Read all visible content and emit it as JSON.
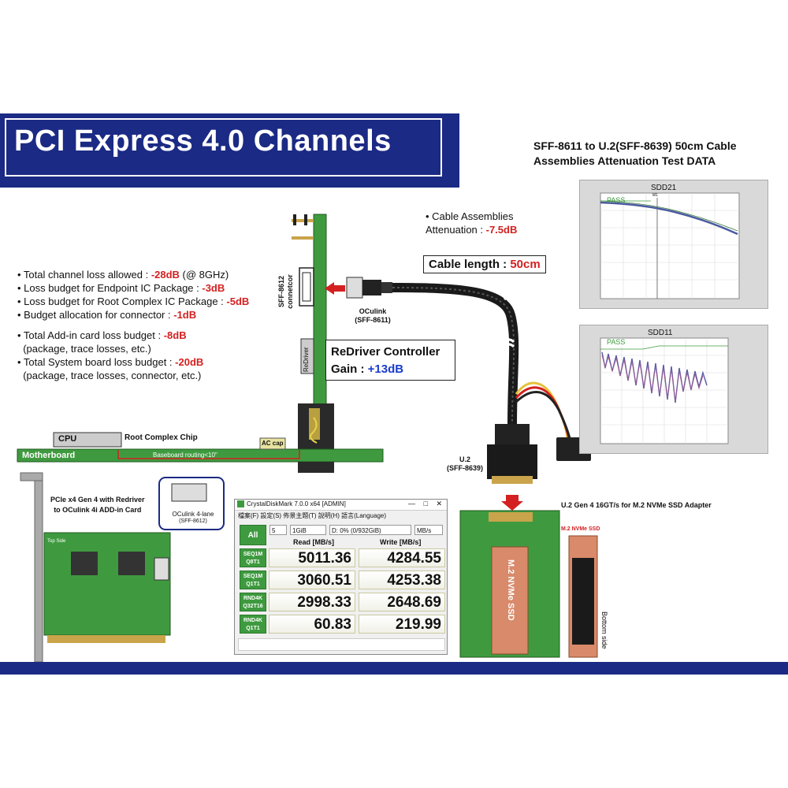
{
  "banner": {
    "title": "PCI Express 4.0 Channels"
  },
  "cable_test": {
    "title_line1": "SFF-8611 to U.2(SFF-8639) 50cm Cable",
    "title_line2": "Assemblies Attenuation Test DATA"
  },
  "bullets": {
    "b1_text": "• Total channel loss allowed : ",
    "b1_value": "-28dB",
    "b1_suffix": " (@ 8GHz)",
    "b2_text": "• Loss budget for Endpoint IC Package : ",
    "b2_value": "-3dB",
    "b3_text": "• Loss budget for Root Complex IC Package : ",
    "b3_value": "-5dB",
    "b4_text": "• Budget allocation for connector : ",
    "b4_value": "-1dB",
    "b5_text": "• Total Add-in card loss budget : ",
    "b5_value": "-8dB",
    "b5_sub": "  (package, trace losses, etc.)",
    "b6_text": "• Total System board loss budget : ",
    "b6_value": "-20dB",
    "b6_sub": "  (package, trace losses, connector, etc.)"
  },
  "cable": {
    "att_line1": "• Cable Assemblies",
    "att_line2": "Attenuation : ",
    "att_value": "-7.5dB",
    "length_label": "Cable length : ",
    "length_value": "50cm"
  },
  "redriver": {
    "title": "ReDriver Controller",
    "gain_label": "Gain : ",
    "gain_value": "+13dB"
  },
  "labels": {
    "sff8612": "SFF-8612\nconnetcor",
    "redriver_chip": "ReDriver",
    "oculink": "OCulink\n(SFF-8611)",
    "u2": "U.2\n(SFF-8639)",
    "cpu": "CPU",
    "root_complex": "Root Complex Chip",
    "ac_cap": "AC cap",
    "motherboard": "Motherboard",
    "baseboard_routing": "Baseboard routing<10\"",
    "pcie_card": "PCIe x4 Gen 4 with Redriver\nto OCulink 4i ADD-in Card",
    "oculink_4lane": "OCulink 4-lane",
    "oculink_4lane_sub": "(SFF-8612)",
    "u2_adapter": "U.2 Gen 4 16GT/s for M.2 NVMe SSD Adapter",
    "m2_ssd": "M.2 NVMe SSD",
    "m2_ssd_vertical": "M.2 NVMe SSD",
    "bottom_side": "Bottom side",
    "top_side": "Top Side"
  },
  "charts": {
    "sdd21": {
      "title": "SDD21",
      "pass_label": "PASS",
      "marker": "M1"
    },
    "sdd11": {
      "title": "SDD11",
      "pass_label": "PASS"
    }
  },
  "crystaldiskmark": {
    "title": "CrystalDiskMark 7.0.0 x64 [ADMIN]",
    "menu": "檔案(F)  設定(S)  佈景主題(T)  說明(H)  語言(Language)",
    "all_button": "All",
    "runs": "5",
    "size": "1GiB",
    "drive": "D: 0% (0/932GiB)",
    "unit": "MB/s",
    "read_header": "Read [MB/s]",
    "write_header": "Write [MB/s]",
    "rows": [
      {
        "label1": "SEQ1M",
        "label2": "Q8T1",
        "read": "5011.36",
        "write": "4284.55"
      },
      {
        "label1": "SEQ1M",
        "label2": "Q1T1",
        "read": "3060.51",
        "write": "4253.38"
      },
      {
        "label1": "RND4K",
        "label2": "Q32T16",
        "read": "2998.33",
        "write": "2648.69"
      },
      {
        "label1": "RND4K",
        "label2": "Q1T1",
        "read": "60.83",
        "write": "219.99"
      }
    ]
  },
  "colors": {
    "banner": "#1b2a84",
    "accent_red": "#d42020",
    "accent_blue": "#1a3ccc",
    "pcb_green": "#3f9a3f",
    "cdm_green": "#3e9a3e"
  }
}
